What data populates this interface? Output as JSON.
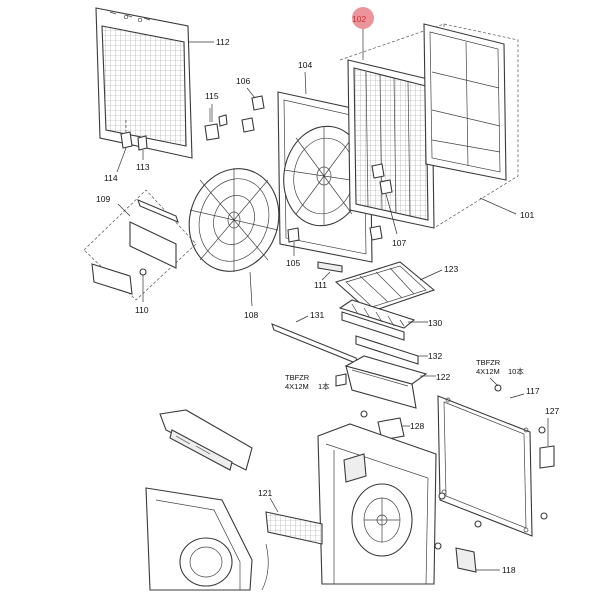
{
  "labels": {
    "p101": "101",
    "p102": "102",
    "p104": "104",
    "p105": "105",
    "p106": "106",
    "p107": "107",
    "p108": "108",
    "p109": "109",
    "p110": "110",
    "p111": "111",
    "p112": "112",
    "p113": "113",
    "p114": "114",
    "p115": "115",
    "p117": "117",
    "p118": "118",
    "p121": "121",
    "p122": "122",
    "p123": "123",
    "p127": "127",
    "p128": "128",
    "p130": "130",
    "p131": "131",
    "p132": "132"
  },
  "notes": {
    "screw_a_code": "TBFZR",
    "screw_a_size": "4X12M",
    "screw_a_qty": "1本",
    "screw_b_code": "TBFZR",
    "screw_b_size": "4X12M",
    "screw_b_qty": "10本"
  },
  "highlight_color": "#e8838a"
}
